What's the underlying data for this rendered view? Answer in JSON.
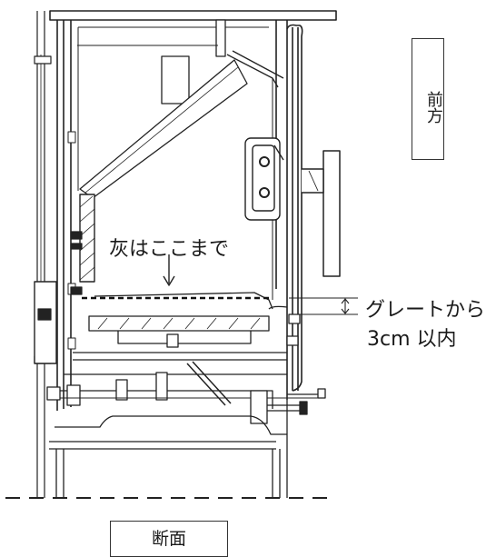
{
  "labels": {
    "ash_limit": "灰はここまで",
    "grate_line1": "グレートから",
    "grate_line2": "3cm 以内",
    "front": "前方",
    "section": "断面"
  }
}
